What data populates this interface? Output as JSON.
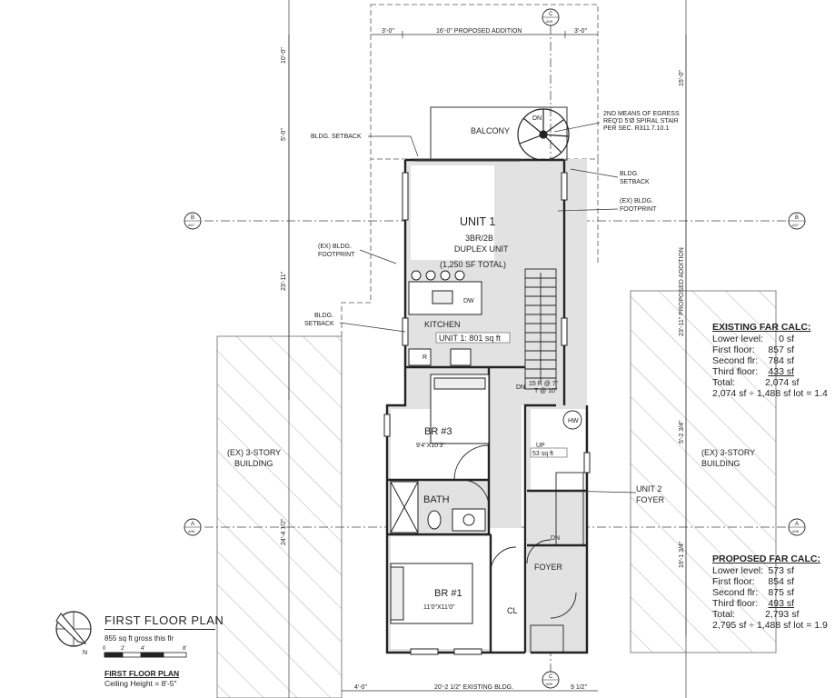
{
  "dimensions": {
    "top_left": "3'-0\"",
    "top_center": "16'-0\" PROPOSED ADDITION",
    "top_right": "3'-0\"",
    "left_1": "10'-0\"",
    "left_2": "5'-0\"",
    "left_3": "23'-11\"",
    "left_4": "24'-4 1/2\"",
    "right_1": "15'-0\"",
    "right_2": "23'-11\" PROPOSED ADDITION",
    "right_3": "5'-2 3/4\"",
    "right_4": "19'-1 3/4\"",
    "bottom_left": "4'-0\"",
    "bottom_center": "20'-2 1/2\" EXISTING BLDG.",
    "bottom_right": "9 1/2\""
  },
  "grid_bubbles": {
    "c_top": {
      "letter": "C",
      "sheet": "A05"
    },
    "c_bottom": {
      "letter": "C",
      "sheet": "A05"
    },
    "b_left": {
      "letter": "B",
      "sheet": "A07"
    },
    "b_right": {
      "letter": "B",
      "sheet": "A07"
    },
    "a_left": {
      "letter": "A",
      "sheet": "A06"
    },
    "a_right": {
      "letter": "A",
      "sheet": "A06"
    }
  },
  "labels": {
    "balcony": "BALCONY",
    "egress_1": "2ND MEANS OF EGRESS",
    "egress_2": "REQ'D 5'Ø SPIRAL STAIR",
    "egress_3": "PER SEC. R311.7.10.1",
    "spiral_dn": "DN",
    "bldg_setback_top": "BLDG. SETBACK",
    "bldg_setback_right_1": "BLDG.",
    "bldg_setback_right_2": "SETBACK",
    "ex_footprint_right_1": "(EX) BLDG.",
    "ex_footprint_right_2": "FOOTPRINT",
    "ex_footprint_left_1": "(EX) BLDG.",
    "ex_footprint_left_2": "FOOTPRINT",
    "bldg_setback_left_1": "BLDG.",
    "bldg_setback_left_2": "SETBACK",
    "unit1_title": "UNIT 1",
    "unit1_sub_1": "3BR/2B",
    "unit1_sub_2": "DUPLEX UNIT",
    "unit1_sub_3": "(1,250 SF TOTAL)",
    "dw": "DW",
    "kitchen": "KITCHEN",
    "unit1_area": "UNIT 1: 801 sq ft",
    "fridge_r": "R",
    "stair_dn": "DN",
    "stair_note": "15 R @ 7\"",
    "stair_note2": "T @ 10\"",
    "hw": "HW",
    "up": "UP",
    "area_53": "53 sq ft",
    "br3": "BR #3",
    "br3_dim": "9'4\"X10'3\"",
    "bath": "BATH",
    "ex_left_1": "(EX) 3-STORY",
    "ex_left_2": "BUILDING",
    "ex_right_1": "(EX) 3-STORY",
    "ex_right_2": "BUILDING",
    "unit2_1": "UNIT 2",
    "unit2_2": "FOYER",
    "dn_small": "DN",
    "foyer": "FOYER",
    "br1": "BR #1",
    "br1_dim": "11'0\"X11'0\"",
    "cl": "CL",
    "north": "N"
  },
  "existing_far": {
    "heading": "EXISTING FAR CALC:",
    "rows": [
      {
        "k": "Lower level:",
        "v": "0 sf"
      },
      {
        "k": "First floor:",
        "v": "857 sf"
      },
      {
        "k": "Second flr:",
        "v": "784 sf"
      },
      {
        "k": "Third floor:",
        "v": "433 sf"
      },
      {
        "k": "Total:",
        "v": "2,074 sf"
      }
    ],
    "summary": "2,074 sf ÷ 1,488 sf lot = 1.4"
  },
  "proposed_far": {
    "heading": "PROPOSED FAR CALC:",
    "rows": [
      {
        "k": "Lower level:",
        "v": "573 sf"
      },
      {
        "k": "First floor:",
        "v": "854 sf"
      },
      {
        "k": "Second flr:",
        "v": "875 sf"
      },
      {
        "k": "Third floor:",
        "v": "493 sf"
      },
      {
        "k": "Total:",
        "v": "2,793 sf"
      }
    ],
    "summary": "2,795 sf ÷ 1,488 sf lot = 1.9"
  },
  "title_block": {
    "title": "FIRST FLOOR PLAN",
    "gross": "855 sq ft gross this flr",
    "scale_0": "0",
    "scale_2": "2'",
    "scale_4": "4'",
    "scale_8": "8'",
    "title2": "FIRST FLOOR PLAN",
    "ceiling": "Ceiling Height = 8'-5\""
  }
}
